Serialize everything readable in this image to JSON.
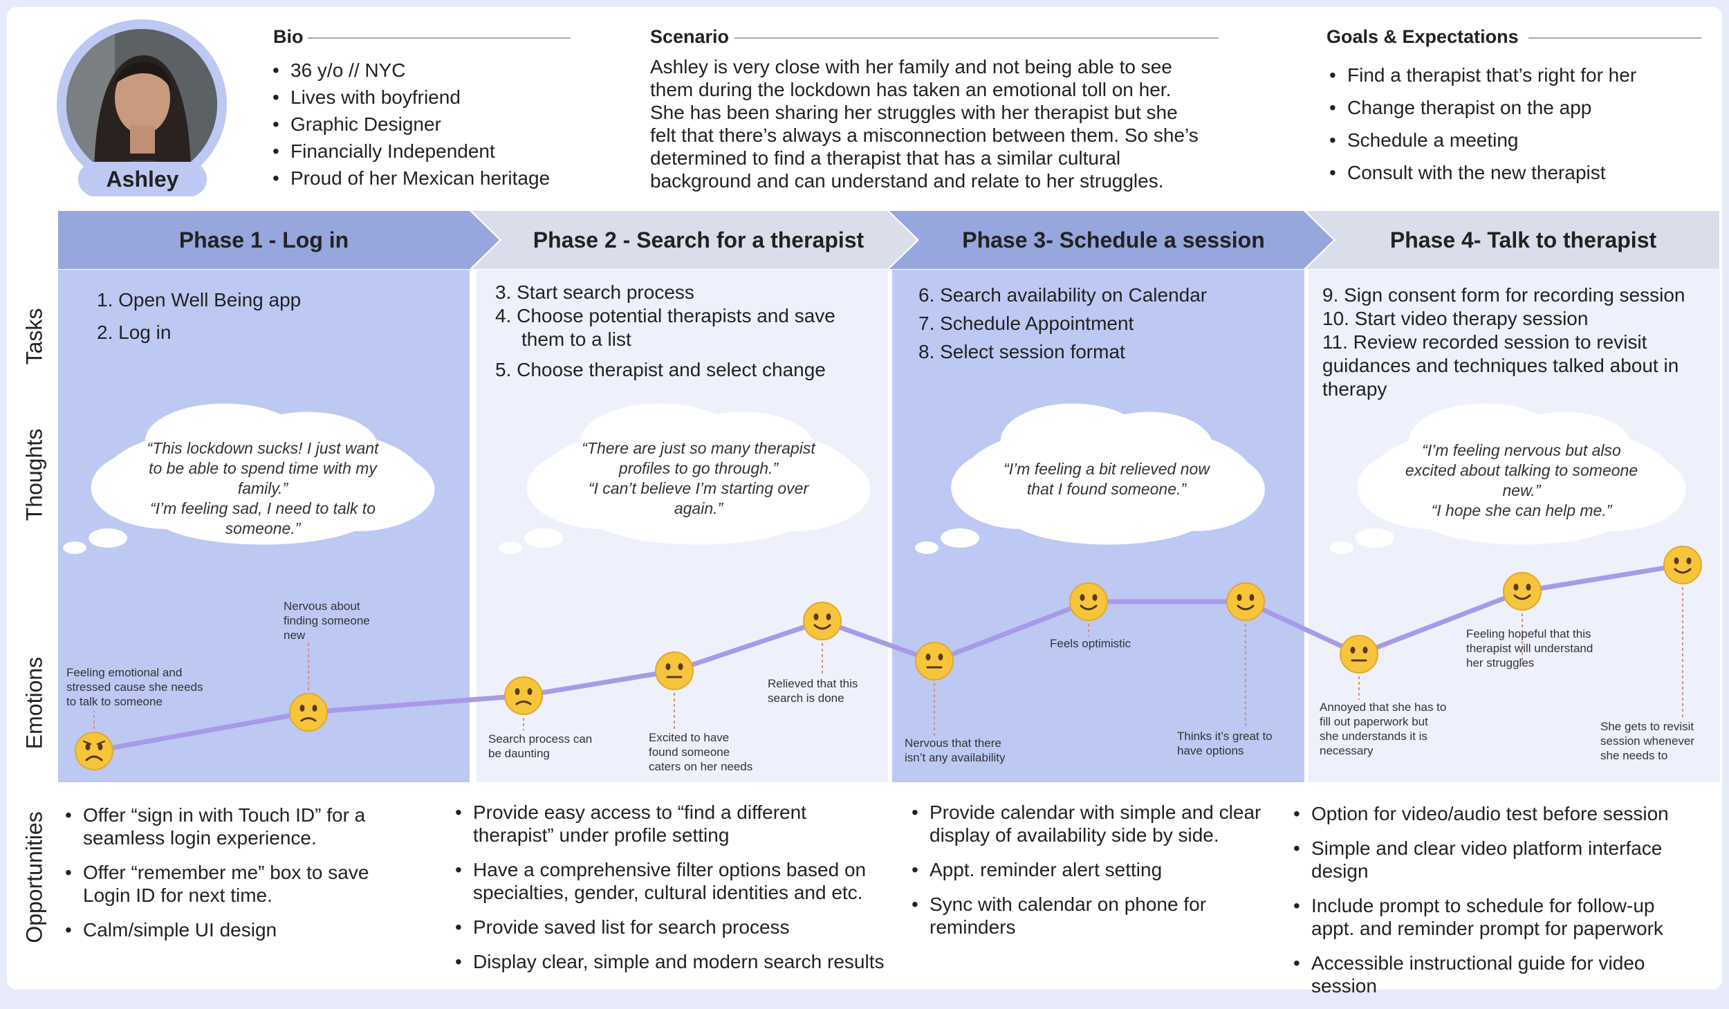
{
  "persona": {
    "name": "Ashley",
    "bio": {
      "title": "Bio",
      "items": [
        "36 y/o // NYC",
        "Lives with boyfriend",
        "Graphic Designer",
        "Financially Independent",
        "Proud of her Mexican heritage"
      ]
    },
    "scenario": {
      "title": "Scenario",
      "lines": [
        "Ashley is very close with her family and not being able to see",
        "them during the lockdown has taken an emotional toll on her.",
        "She has been sharing her struggles with her therapist but she",
        "felt that there’s always a misconnection between them. So she’s",
        "determined to find a therapist that has a similar cultural",
        "background and can understand and relate to her struggles."
      ]
    },
    "goals": {
      "title": "Goals & Expectations",
      "items": [
        "Find a therapist that’s right for her",
        "Change therapist on the app",
        "Schedule a meeting",
        "Consult with the new therapist"
      ]
    }
  },
  "row_labels": {
    "tasks": "Tasks",
    "thoughts": "Thoughts",
    "emotions": "Emotions",
    "opportunities": "Opportunities"
  },
  "phases": [
    {
      "title": "Phase 1 - Log in",
      "tasks": [
        "1. Open Well Being app",
        "2. Log in"
      ],
      "thought": [
        "“This lockdown sucks! I just want",
        "to be able to spend time with my",
        "family.”",
        "“I’m feeling sad, I need to talk to",
        "someone.”"
      ],
      "opportunities": [
        [
          "Offer “sign in with Touch ID” for a",
          "seamless login experience."
        ],
        [
          "Offer “remember me” box to save",
          "Login ID for next time."
        ],
        [
          "Calm/simple UI design"
        ]
      ]
    },
    {
      "title": "Phase 2 - Search for a therapist",
      "tasks": [
        "3. Start search process",
        "4. Choose potential therapists and save",
        "them to a list",
        "5. Choose therapist and select change"
      ],
      "thought": [
        "“There are just so many therapist",
        "profiles to go through.”",
        "“I can’t believe I’m starting over",
        "again.”"
      ],
      "opportunities": [
        [
          "Provide easy access to “find a different",
          "therapist” under profile setting"
        ],
        [
          "Have a comprehensive filter options based on",
          "specialties, gender, cultural identities and etc."
        ],
        [
          "Provide saved list for search process"
        ],
        [
          "Display clear, simple and modern search results"
        ]
      ]
    },
    {
      "title": "Phase 3- Schedule a session",
      "tasks": [
        "6. Search availability on Calendar",
        "7. Schedule Appointment",
        "8. Select session format"
      ],
      "thought": [
        "“I’m feeling a bit relieved now",
        "that I found someone.”"
      ],
      "opportunities": [
        [
          "Provide calendar with simple and clear",
          "display of availability side by side."
        ],
        [
          "Appt. reminder alert setting"
        ],
        [
          "Sync with calendar on phone for",
          "reminders"
        ]
      ]
    },
    {
      "title": "Phase 4- Talk to therapist",
      "tasks": [
        "9. Sign consent form for recording session",
        "10. Start video therapy session",
        "11. Review recorded session to revisit",
        "guidances and techniques talked about in",
        "therapy"
      ],
      "thought": [
        "“I’m feeling nervous but also",
        "excited about talking to someone",
        "new.”",
        "“I hope she can help me.”"
      ],
      "opportunities": [
        [
          "Option for video/audio test before session"
        ],
        [
          "Simple and clear video platform interface",
          "design"
        ],
        [
          "Include prompt to schedule for follow-up",
          "appt. and reminder prompt for paperwork"
        ],
        [
          "Accessible instructional guide for video",
          "session"
        ]
      ]
    }
  ],
  "emotions": [
    {
      "face": "sad",
      "note": [
        "Feeling emotional and",
        "stressed cause she needs",
        "to talk to someone"
      ]
    },
    {
      "face": "worried",
      "note": [
        "Nervous about",
        "finding someone",
        "new"
      ]
    },
    {
      "face": "worried",
      "note": [
        "Search process can",
        "be daunting"
      ]
    },
    {
      "face": "neutral",
      "note": [
        "Excited to have",
        "found someone",
        "caters on her needs"
      ]
    },
    {
      "face": "smile",
      "note": [
        "Relieved that this",
        "search is done"
      ]
    },
    {
      "face": "neutral",
      "note": [
        "Nervous that there",
        "isn’t any availability"
      ]
    },
    {
      "face": "smile",
      "note": [
        "Feels optimistic"
      ]
    },
    {
      "face": "smile",
      "note": [
        "Thinks it’s great to",
        "have options"
      ]
    },
    {
      "face": "neutral",
      "note": [
        "Annoyed that she has to",
        "fill out paperwork but",
        "she understands it is",
        "necessary"
      ]
    },
    {
      "face": "smile",
      "note": [
        "Feeling hopeful that this",
        "therapist will understand",
        "her struggles"
      ]
    },
    {
      "face": "smile",
      "note": [
        "She gets to revisit",
        "session whenever",
        "she needs to"
      ]
    }
  ],
  "colors": {
    "phase_dark": "#97a6dc",
    "phase_light": "#dadeea",
    "column_dark": "#bdc8f3",
    "column_light": "#eef1fc",
    "emotion_line": "#a89ae8",
    "face": "#f7c53c"
  }
}
